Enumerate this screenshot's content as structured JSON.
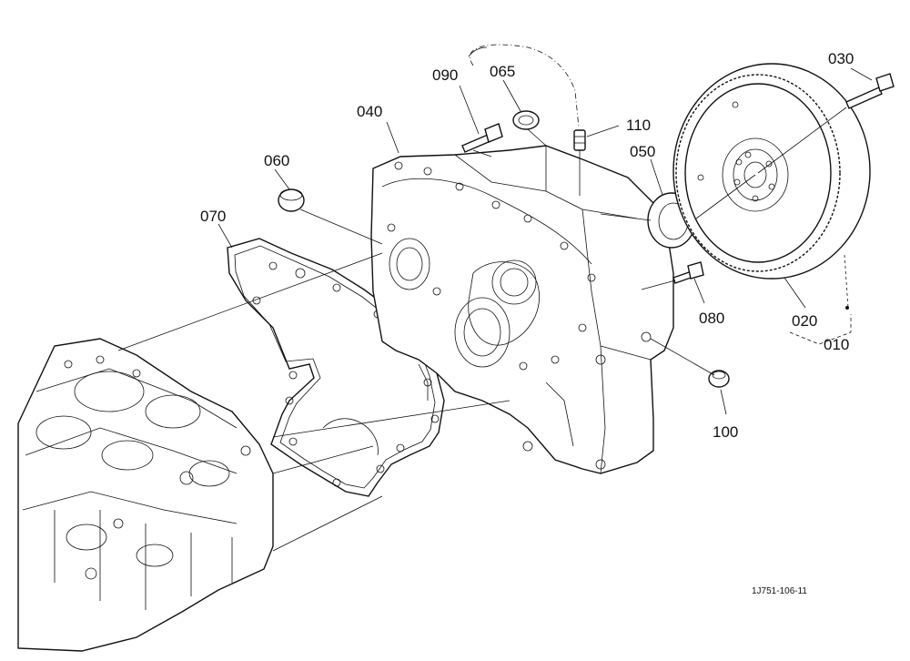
{
  "labels": {
    "p010": "010",
    "p020": "020",
    "p030": "030",
    "p040": "040",
    "p050": "050",
    "p060": "060",
    "p065": "065",
    "p070": "070",
    "p080": "080",
    "p090": "090",
    "p100": "100",
    "p110": "110"
  },
  "drawing_code": "1J751-106-11",
  "colors": {
    "line": "#111111",
    "background": "#ffffff"
  }
}
